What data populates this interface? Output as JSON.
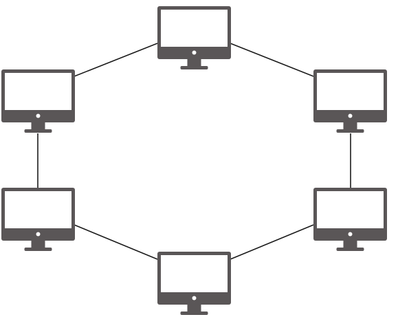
{
  "diagram": {
    "type": "ring-network-topology",
    "node_icon": "desktop-monitor-icon",
    "colors": {
      "monitor": "#5a5657",
      "screen": "#ffffff",
      "line": "#1a1a1a",
      "background": "#ffffff"
    },
    "nodes": [
      {
        "id": "top"
      },
      {
        "id": "upper-right"
      },
      {
        "id": "lower-right"
      },
      {
        "id": "bottom"
      },
      {
        "id": "lower-left"
      },
      {
        "id": "upper-left"
      }
    ],
    "links": [
      {
        "from": "top",
        "to": "upper-right"
      },
      {
        "from": "upper-right",
        "to": "lower-right"
      },
      {
        "from": "lower-right",
        "to": "bottom"
      },
      {
        "from": "bottom",
        "to": "lower-left"
      },
      {
        "from": "lower-left",
        "to": "upper-left"
      },
      {
        "from": "upper-left",
        "to": "top"
      }
    ]
  }
}
